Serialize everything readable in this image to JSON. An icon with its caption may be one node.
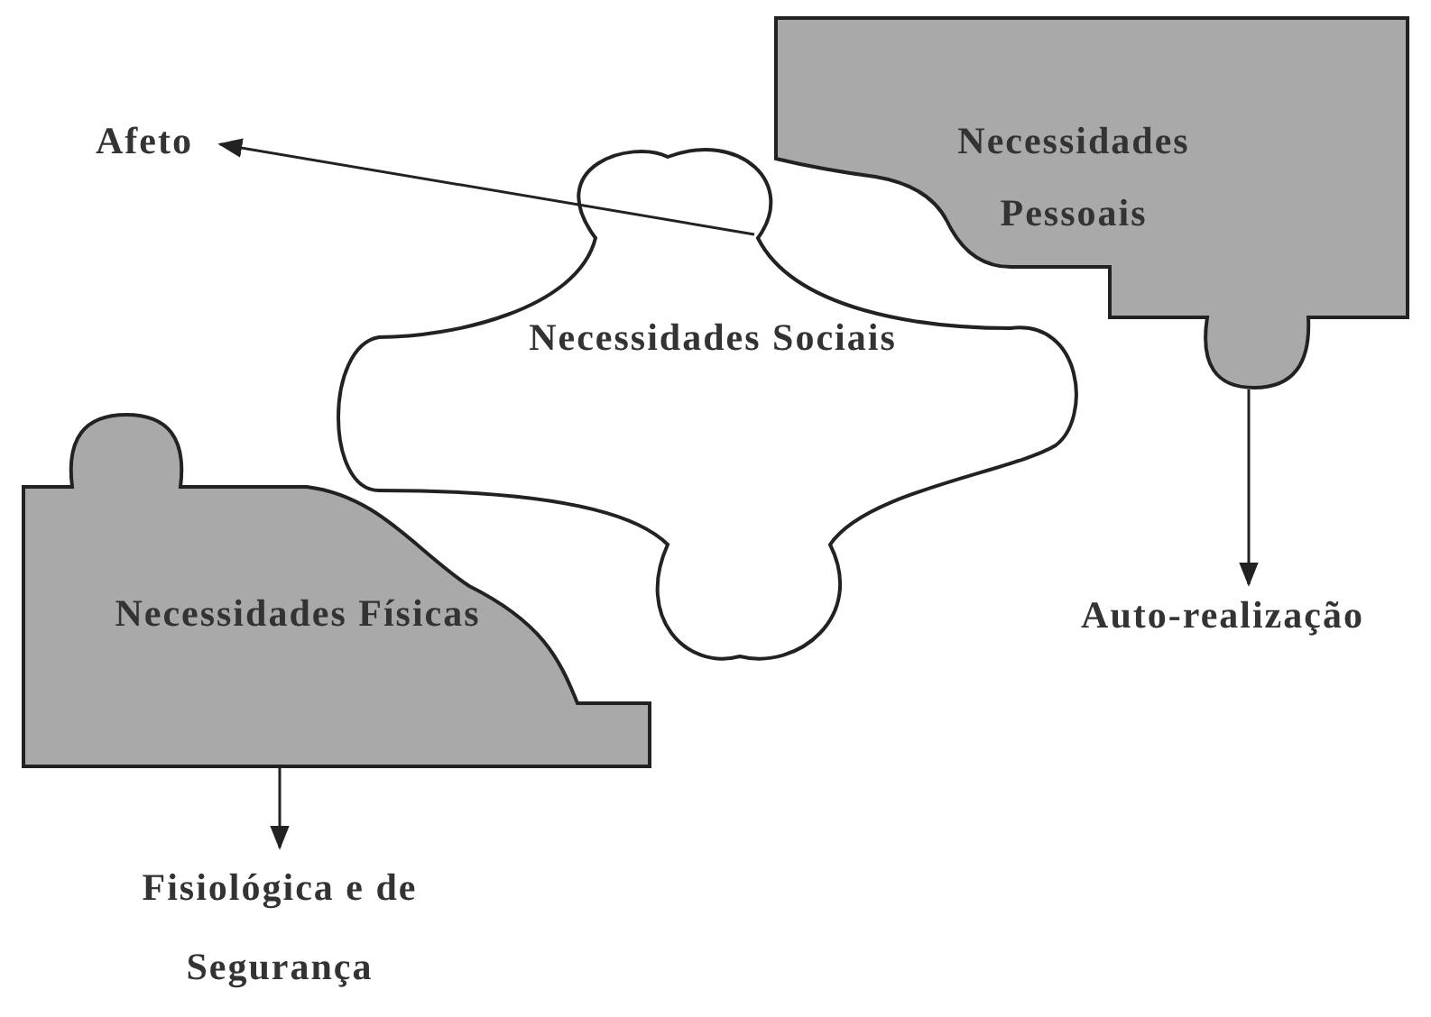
{
  "diagram": {
    "nodes": [
      {
        "text": [
          "Afeto"
        ]
      },
      {
        "text": [
          "Necessidades Pessoais"
        ]
      },
      {
        "text": [
          "Necessidades Sociais"
        ]
      },
      {
        "text": [
          "Necessidades Físicas"
        ]
      },
      {
        "text": [
          "Auto-realização"
        ]
      },
      {
        "text": [
          "Fisiológica e de Segurança"
        ]
      }
    ],
    "edges": [
      {
        "from": 2,
        "to": 0,
        "arrow": "to"
      },
      {
        "from": 1,
        "to": 4,
        "arrow": "to"
      },
      {
        "from": 3,
        "to": 5,
        "arrow": "to"
      }
    ]
  }
}
